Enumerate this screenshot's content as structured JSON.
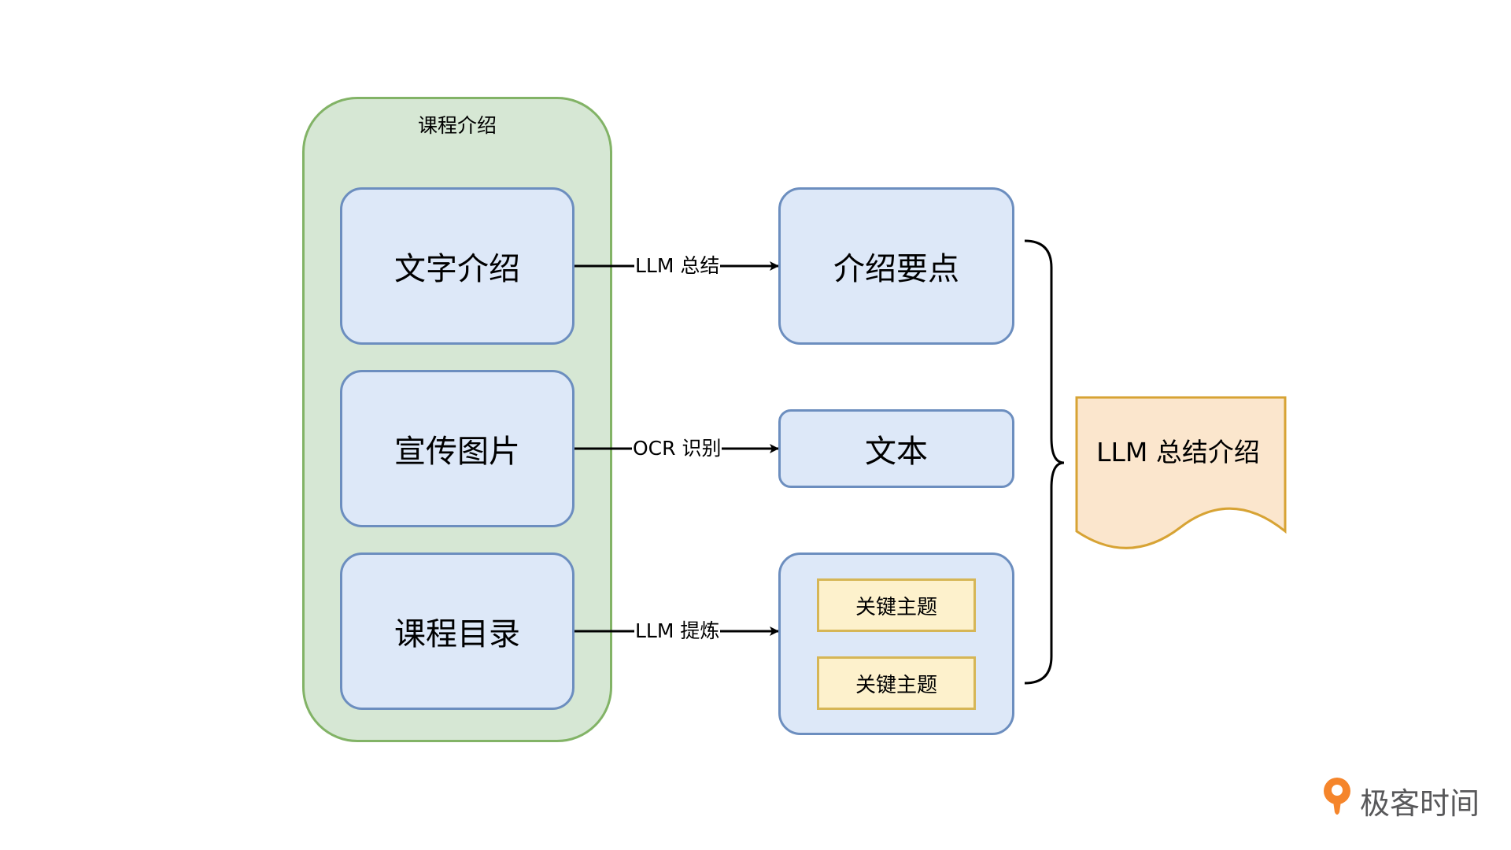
{
  "group": {
    "title": "课程介绍"
  },
  "sources": [
    {
      "label": "文字介绍"
    },
    {
      "label": "宣传图片"
    },
    {
      "label": "课程目录"
    }
  ],
  "edges": [
    {
      "label": "LLM 总结"
    },
    {
      "label": "OCR 识别"
    },
    {
      "label": "LLM 提炼"
    }
  ],
  "results": {
    "points": "介绍要点",
    "text": "文本",
    "topics": [
      "关键主题",
      "关键主题"
    ]
  },
  "output": {
    "label": "LLM 总结介绍"
  },
  "logo": {
    "text": "极客时间"
  },
  "colors": {
    "group_fill": "#d6e7d4",
    "group_stroke": "#82b366",
    "box_fill": "#dde8f8",
    "box_stroke": "#6c8ebf",
    "tag_fill": "#fdf1cc",
    "tag_stroke": "#d6b656",
    "doc_fill": "#fbe6cd",
    "doc_stroke": "#d7a334",
    "logo_accent": "#f5852b"
  }
}
